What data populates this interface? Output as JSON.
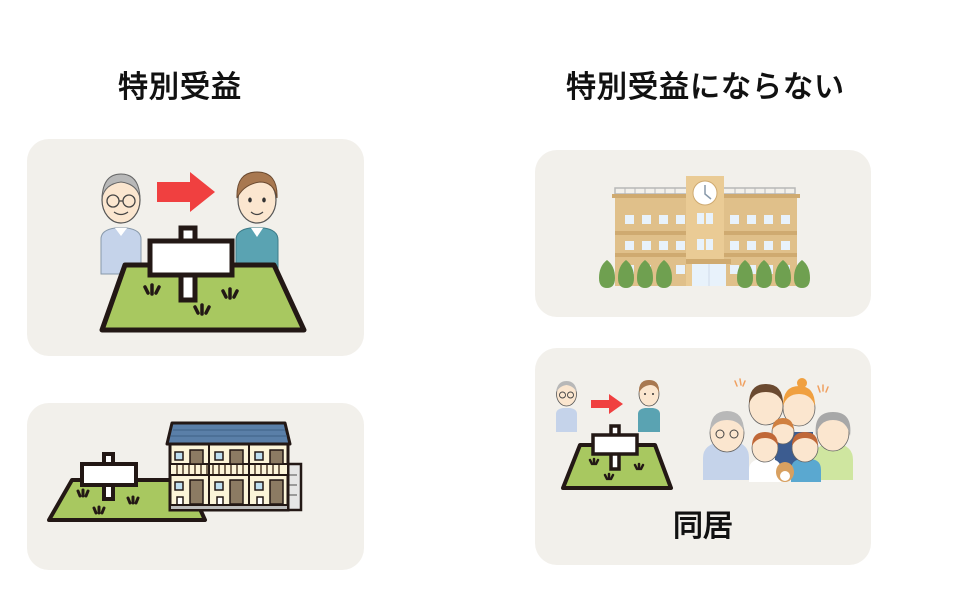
{
  "columns": {
    "left": {
      "title": "特別受益"
    },
    "right": {
      "title": "特別受益にならない"
    }
  },
  "cards": {
    "land_transfer": {
      "illustration": "elderly-man-arrow-younger-man-land-plot"
    },
    "apartment": {
      "illustration": "land-plot-with-apartment-building"
    },
    "school": {
      "illustration": "school-building-with-clock-tower"
    },
    "cohabitation": {
      "illustration": "land-transfer-and-family-group",
      "caption": "同居"
    }
  },
  "colors": {
    "card_bg": "#f2f0eb",
    "arrow": "#f04040",
    "grass": "#a8c860",
    "outline": "#231815",
    "roof": "#5a7fa8",
    "school": "#e0c08a",
    "tree": "#6fa050"
  }
}
